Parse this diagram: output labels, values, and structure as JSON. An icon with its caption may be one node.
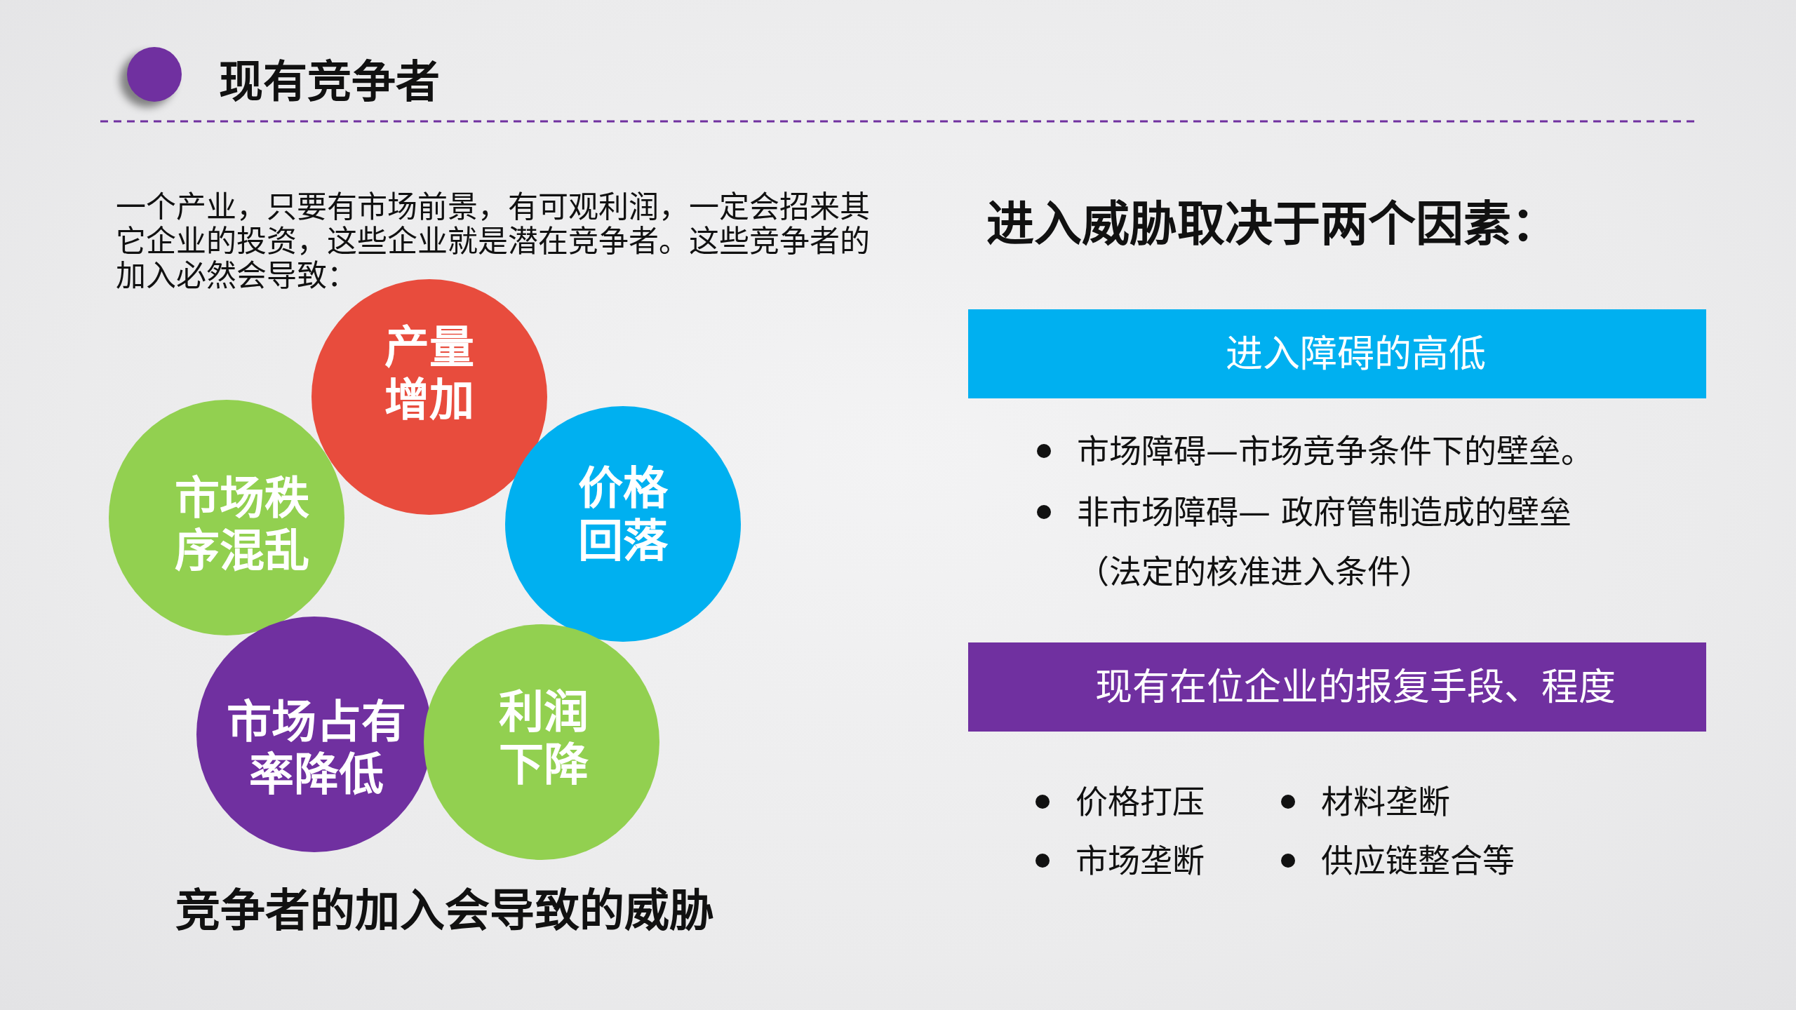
{
  "diagram": {
    "title": "现有竞争者",
    "caption": "竞争者的加入会导致的威胁",
    "nodes": [
      {
        "text": [
          "产量增加"
        ]
      },
      {
        "text": [
          "市场秩序混乱"
        ]
      },
      {
        "text": [
          "价格回落"
        ]
      },
      {
        "text": [
          "市场占有率降低"
        ]
      },
      {
        "text": [
          "利润下降"
        ]
      },
      {
        "text": [
          "进入障碍的高低"
        ]
      },
      {
        "text": [
          "现有在位企业的报复手段、程度"
        ]
      }
    ],
    "labels": [
      "一个产业，只要有市场前景，有可观利润，一定会招来其它企业的投资，这些企业就是潜在竞争者。这些竞争者的加入必然会导致：",
      "进入威胁取决于两个因素：",
      "市场障碍—市场竞争条件下的壁垒。",
      "非市场障碍— 政府管制造成的壁垒（法定的核准进入条件）",
      "价格打压",
      "材料垄断",
      "市场垄断",
      "供应链整合等"
    ]
  }
}
